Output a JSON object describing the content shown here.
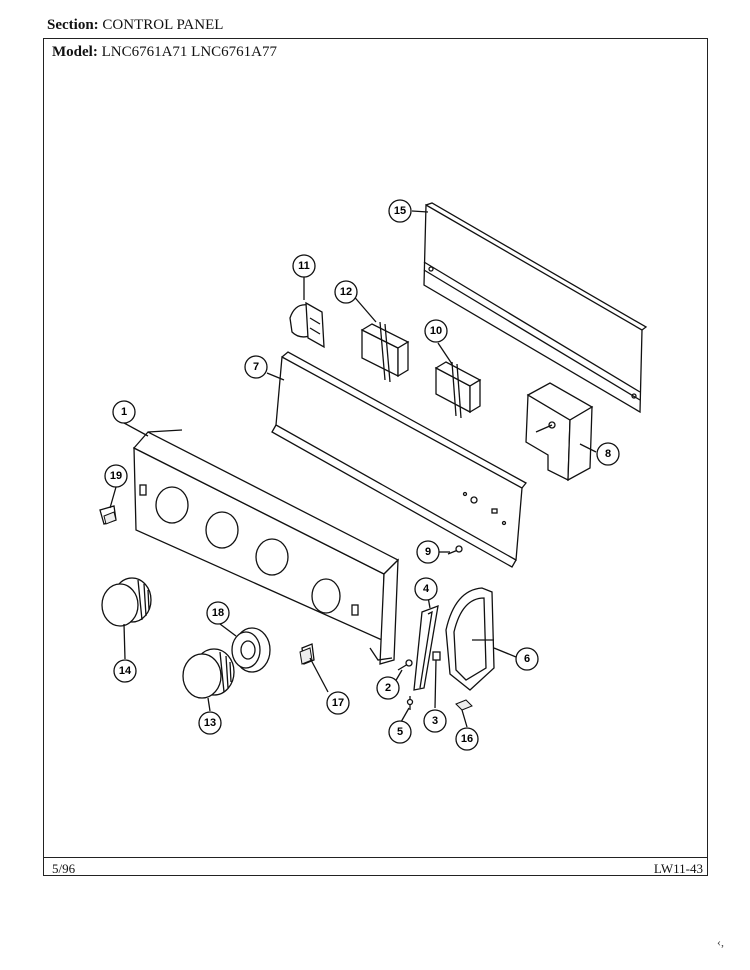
{
  "header": {
    "section_label": "Section:",
    "section_value": "CONTROL PANEL",
    "model_label": "Model:",
    "model_value": "LNC6761A71  LNC6761A77"
  },
  "footer": {
    "date": "5/96",
    "code": "LW11-43"
  },
  "callouts": [
    "1",
    "2",
    "3",
    "4",
    "5",
    "6",
    "7",
    "8",
    "9",
    "10",
    "11",
    "12",
    "13",
    "14",
    "15",
    "16",
    "17",
    "18",
    "19"
  ],
  "corner_mark": "‹,"
}
